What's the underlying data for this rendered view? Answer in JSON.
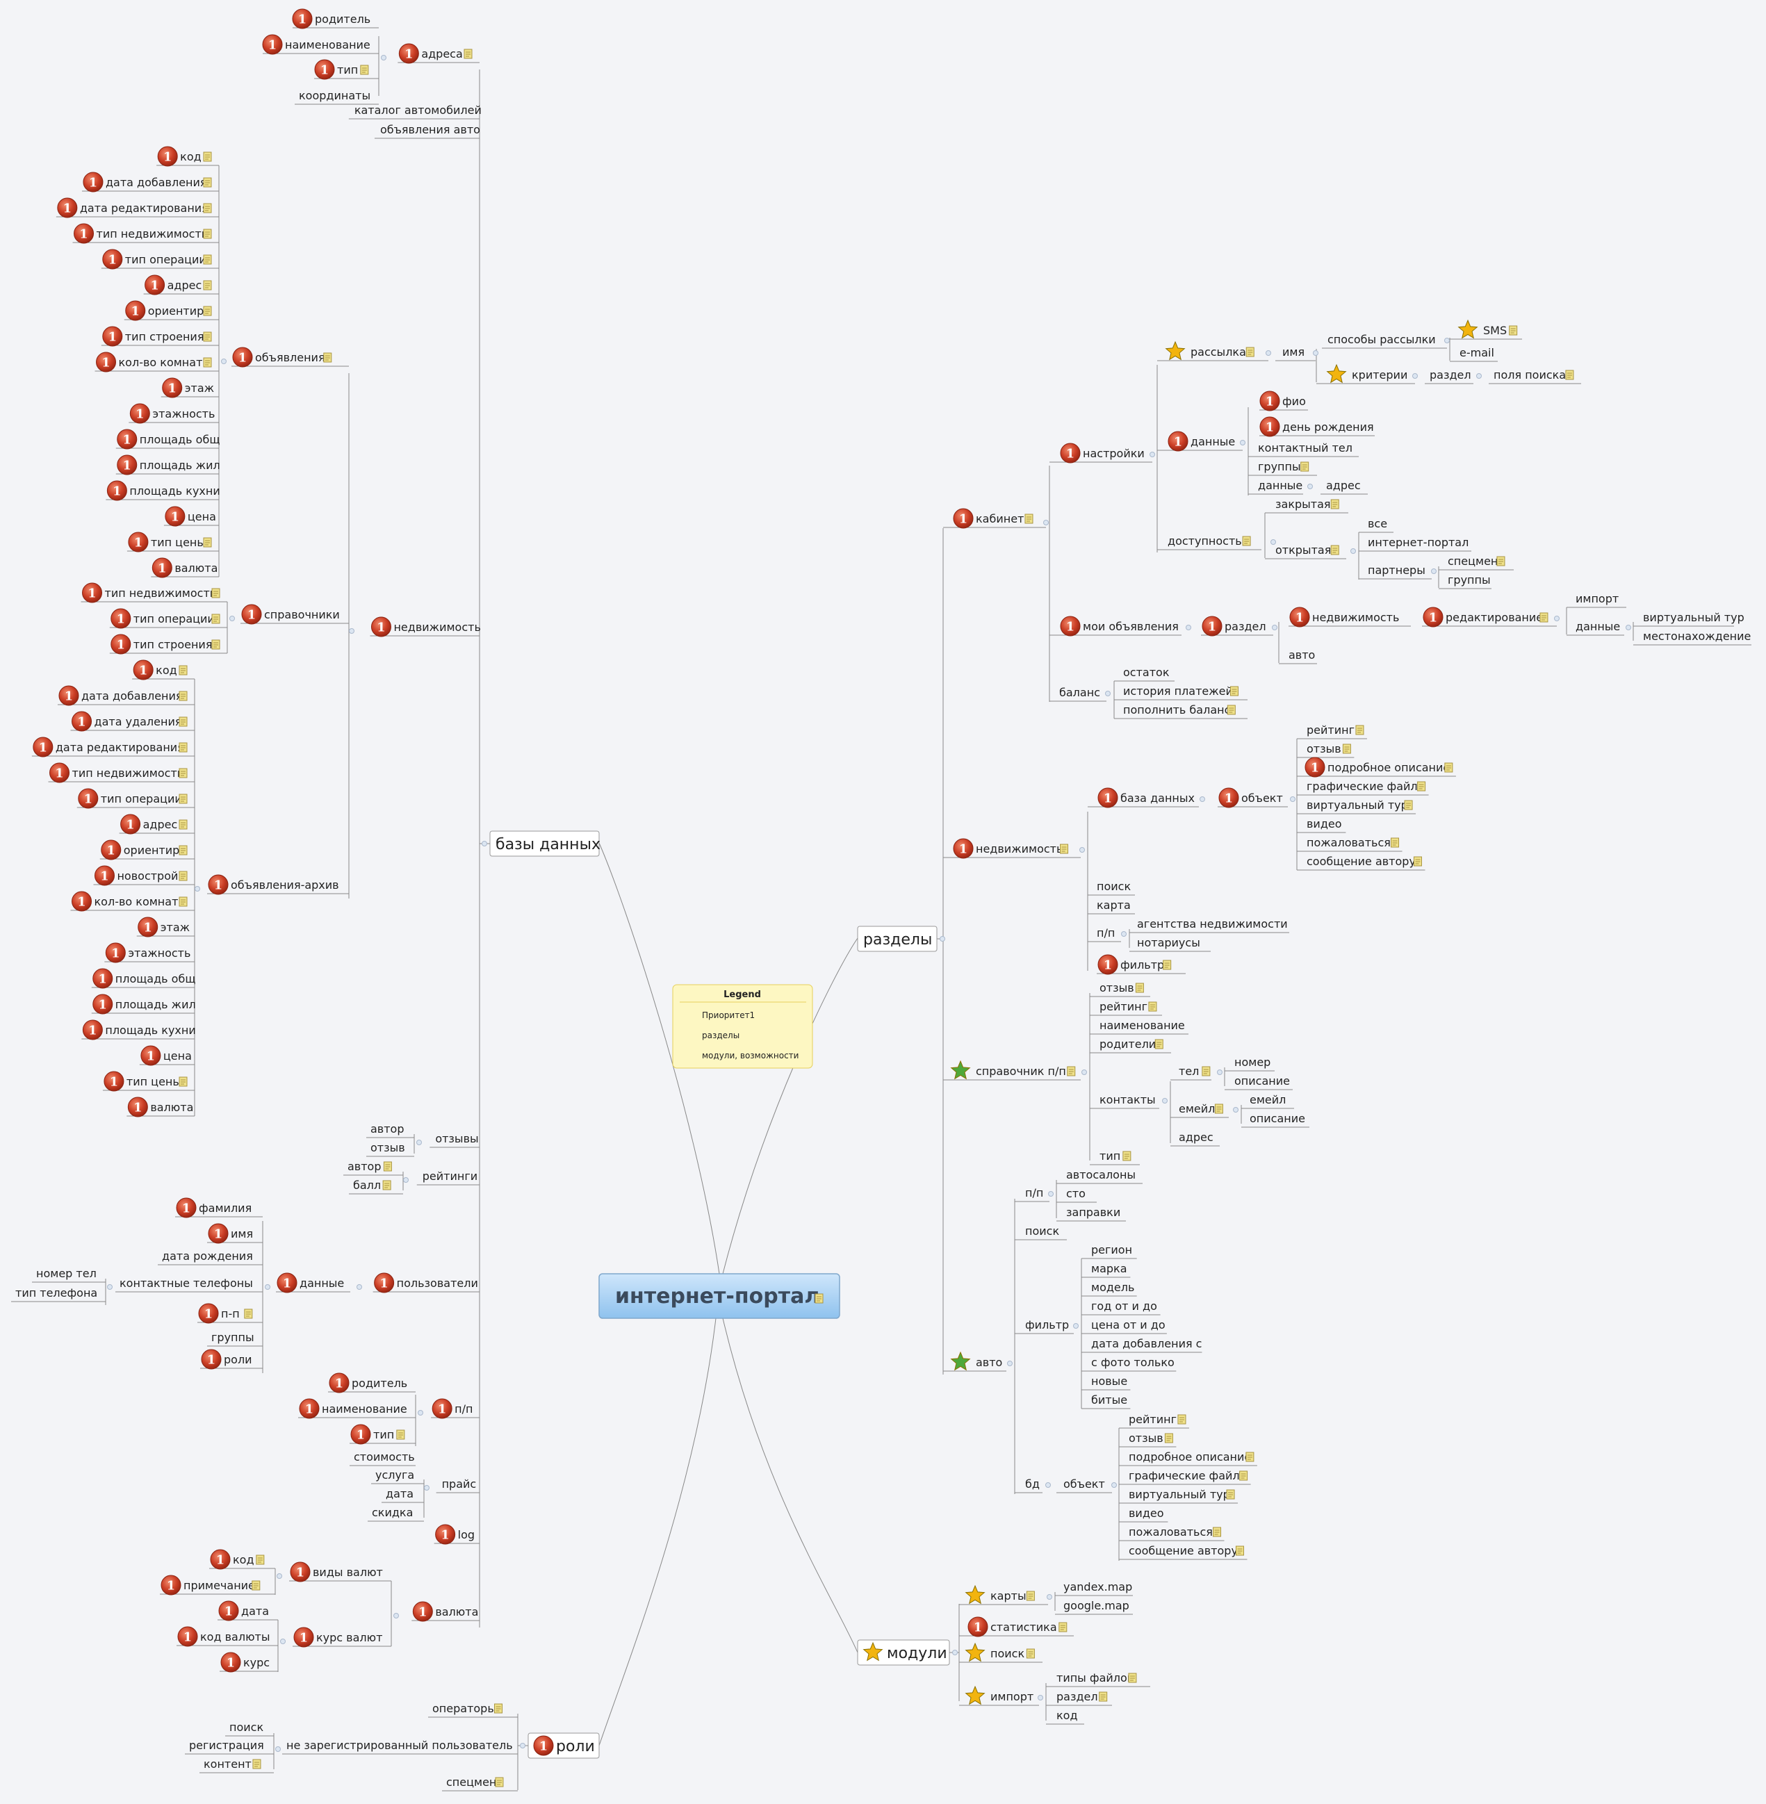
{
  "central": "интернет-портал",
  "legend": {
    "title": "Legend",
    "items": [
      {
        "icon": "priority-1-icon",
        "label": "Приоритет1"
      },
      {
        "icon": "green-star-icon",
        "label": "разделы"
      },
      {
        "icon": "yellow-star-icon",
        "label": "модули, возможности"
      }
    ]
  },
  "branches": {
    "db": "базы данных",
    "sections": "разделы",
    "modules": "модули",
    "roles": "роли",
    "adresa": "адреса",
    "adr_rod": "родитель",
    "adr_naim": "наименование",
    "adr_tip": "тип",
    "adr_koord": "координаты",
    "katalog": "каталог автомобилей",
    "ob_avto": "объявления авто",
    "nedv": "недвижимость",
    "obyav": "объявления",
    "sprav": "справочники",
    "arhiv": "объявления-архив",
    "ob_items": [
      "код",
      "дата добавления",
      "дата редактирования",
      "тип недвижимости",
      "тип операции",
      "адрес",
      "ориентир",
      "тип строения",
      "кол-во комнат",
      "этаж",
      "этажность",
      "площадь общ",
      "площадь жил",
      "площадь кухни",
      "цена",
      "тип цены",
      "валюта"
    ],
    "sp_items": [
      "тип недвижимости",
      "тип операции",
      "тип строения"
    ],
    "ar_items": [
      "код",
      "дата добавления",
      "дата удаления",
      "дата редактирования",
      "тип недвижимости",
      "тип операции",
      "адрес",
      "ориентир",
      "новострой",
      "кол-во комнат",
      "этаж",
      "этажность",
      "площадь общ",
      "площадь жил",
      "площадь кухни",
      "цена",
      "тип цены",
      "валюта"
    ],
    "otzyvy": "отзывы",
    "otz_avtor": "автор",
    "otz_otzyv": "отзыв",
    "reitingi": "рейтинги",
    "rt_avtor": "автор",
    "rt_ball": "балл",
    "polz": "пользователи",
    "pz_dannye": "данные",
    "pz_fam": "фамилия",
    "pz_imya": "имя",
    "pz_dr": "дата рождения",
    "pz_kt": "контактные телефоны",
    "pz_nomer": "номер тел",
    "pz_tip": "тип телефона",
    "pz_pp": "п-п",
    "pz_gr": "группы",
    "pz_roli": "роли",
    "pp": "п/п",
    "pp_rod": "родитель",
    "pp_naim": "наименование",
    "pp_tip": "тип",
    "stoim": "стоимость",
    "prais": "прайс",
    "pr_usl": "услуга",
    "pr_data": "дата",
    "pr_skid": "скидка",
    "log": "log",
    "valuta": "валюта",
    "vv": "виды валют",
    "vv_kod": "код",
    "vv_prim": "примечание",
    "kv": "курс валют",
    "kv_data": "дата",
    "kv_kod": "код валюты",
    "kv_kurs": "курс",
    "operatory": "операторы",
    "nezar": "не зарегистрированный пользователь",
    "nz_poisk": "поиск",
    "nz_reg": "регистрация",
    "nz_kont": "контент",
    "specmen": "спецмен",
    "kabinet": "кабинет",
    "nastroiki": "настройки",
    "rassylka": "рассылка",
    "imya": "имя",
    "sposoby": "способы рассылки",
    "sms": "SMS",
    "email": "e-mail",
    "kriterii": "критерии",
    "razdel": "раздел",
    "polya": "поля поиска",
    "dannye": "данные",
    "fio": "фио",
    "den": "день рождения",
    "kontakt": "контактный тел",
    "gruppy": "группы",
    "d_dannye": "данные",
    "d_adres": "адрес",
    "dostup": "доступность",
    "zakr": "закрытая",
    "otkr": "открытая",
    "vse": "все",
    "ip": "интернет-портал",
    "partnery": "партнеры",
    "p_spec": "спецмен",
    "p_gr": "группы",
    "moi": "мои объявления",
    "moi_razdel": "раздел",
    "moi_ned": "недвижимость",
    "moi_red": "редактирование",
    "moi_imp": "импорт",
    "moi_dan": "данные",
    "moi_vt": "виртуальный тур",
    "moi_mesto": "местонахождение",
    "moi_avto": "авто",
    "balans": "баланс",
    "b_ost": "остаток",
    "b_ist": "история платежей",
    "b_pop": "пополнить баланс",
    "s_ned": "недвижимость",
    "s_bd": "база данных",
    "s_obj": "объект",
    "obj_items": [
      "рейтинг",
      "отзыв",
      "подробное описание",
      "графические файлы",
      "виртуальный тур",
      "видео",
      "пожаловаться",
      "сообщение автору"
    ],
    "s_poisk": "поиск",
    "s_karta": "карта",
    "s_pp": "п/п",
    "s_ag": "агентства недвижимости",
    "s_not": "нотариусы",
    "s_filtr": "фильтр",
    "spr_pp": "справочник п/п",
    "spr_otz": "отзыв",
    "spr_rt": "рейтинг",
    "spr_naim": "наименование",
    "spr_rod": "родители",
    "spr_kont": "контакты",
    "spr_tel": "тел",
    "spr_nom": "номер",
    "spr_opis": "описание",
    "spr_em": "емейл",
    "spr_em2": "емейл",
    "spr_opis2": "описание",
    "spr_adr": "адрес",
    "spr_tip": "тип",
    "avto": "авто",
    "a_pp": "п/п",
    "a_as": "автосалоны",
    "a_sto": "сто",
    "a_zap": "заправки",
    "a_poisk": "поиск",
    "a_filtr": "фильтр",
    "a_f_items": [
      "регион",
      "марка",
      "модель",
      "год от и до",
      "цена от и до",
      "дата добавления с",
      "с фото только",
      "новые",
      "битые"
    ],
    "a_bd": "бд",
    "a_obj": "объект",
    "m_karty": "карты",
    "m_yandex": "yandex.map",
    "m_google": "google.map",
    "m_stat": "статистика",
    "m_poisk": "поиск",
    "m_imp": "импорт",
    "m_tf": "типы файлов",
    "m_razdel": "раздел",
    "m_kod": "код"
  }
}
